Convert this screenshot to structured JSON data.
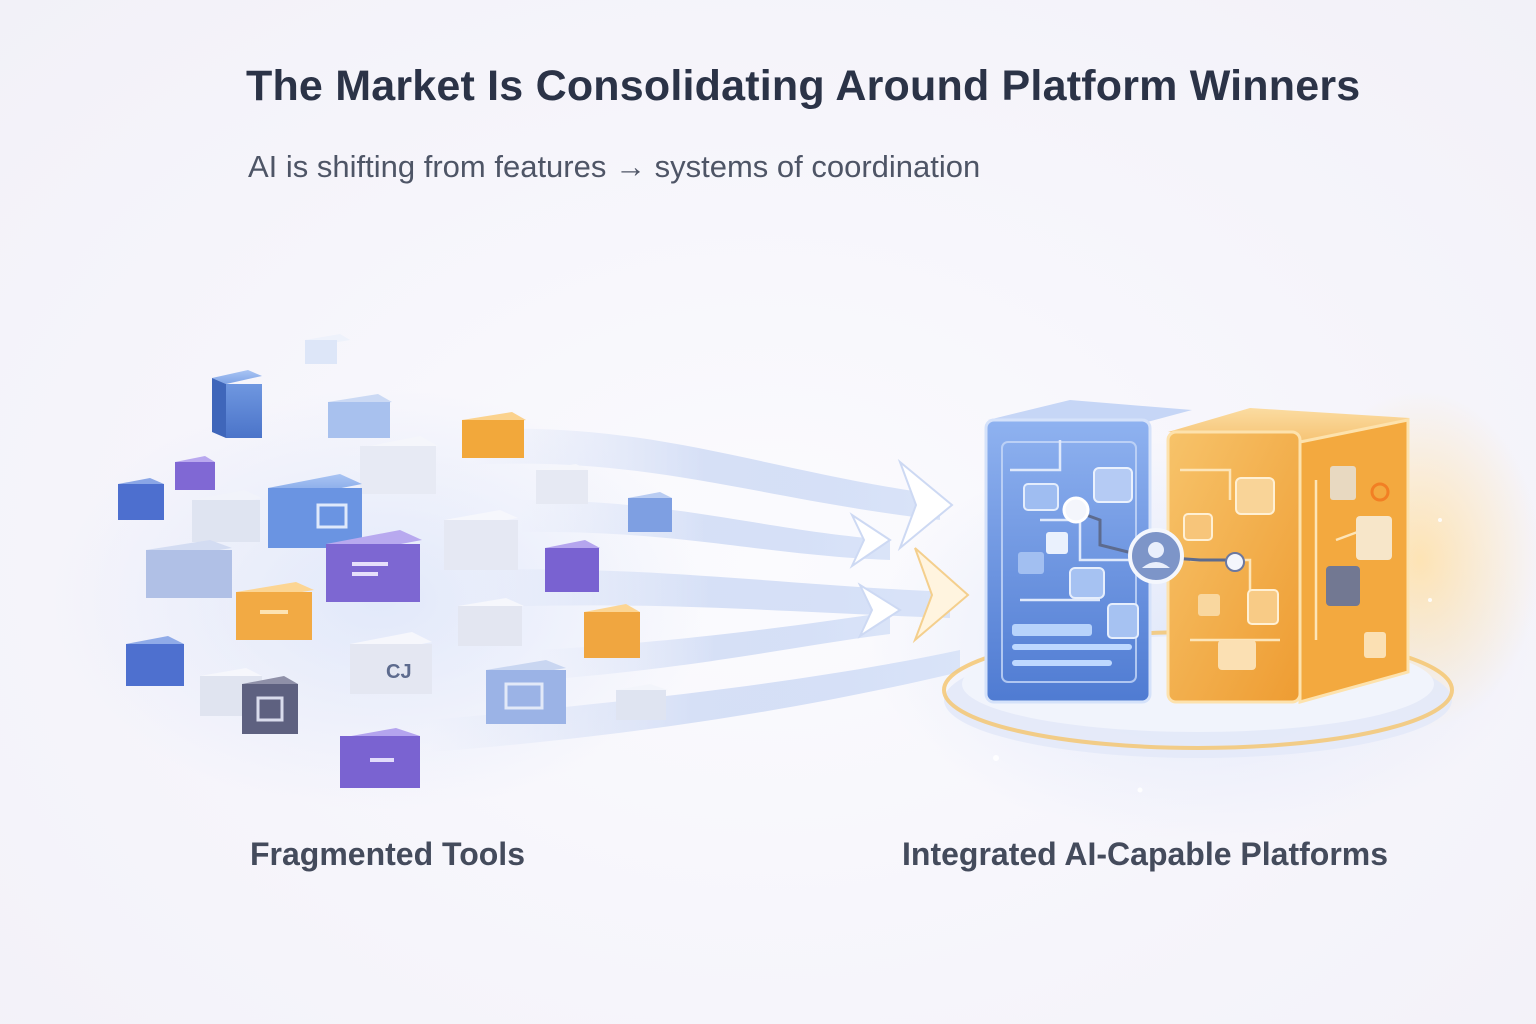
{
  "title": "The Market Is Consolidating Around Platform Winners",
  "subtitle": "AI is shifting from features → systems of coordination",
  "left_label": "Fragmented Tools",
  "right_label": "Integrated AI-Capable Platforms",
  "colors": {
    "blue": "#5b86d6",
    "purple": "#7f6bd3",
    "orange": "#f2a83b",
    "text_dark": "#2b3347"
  },
  "icons": [
    "user-icon",
    "mail-icon",
    "chart-icon",
    "document-icon"
  ]
}
